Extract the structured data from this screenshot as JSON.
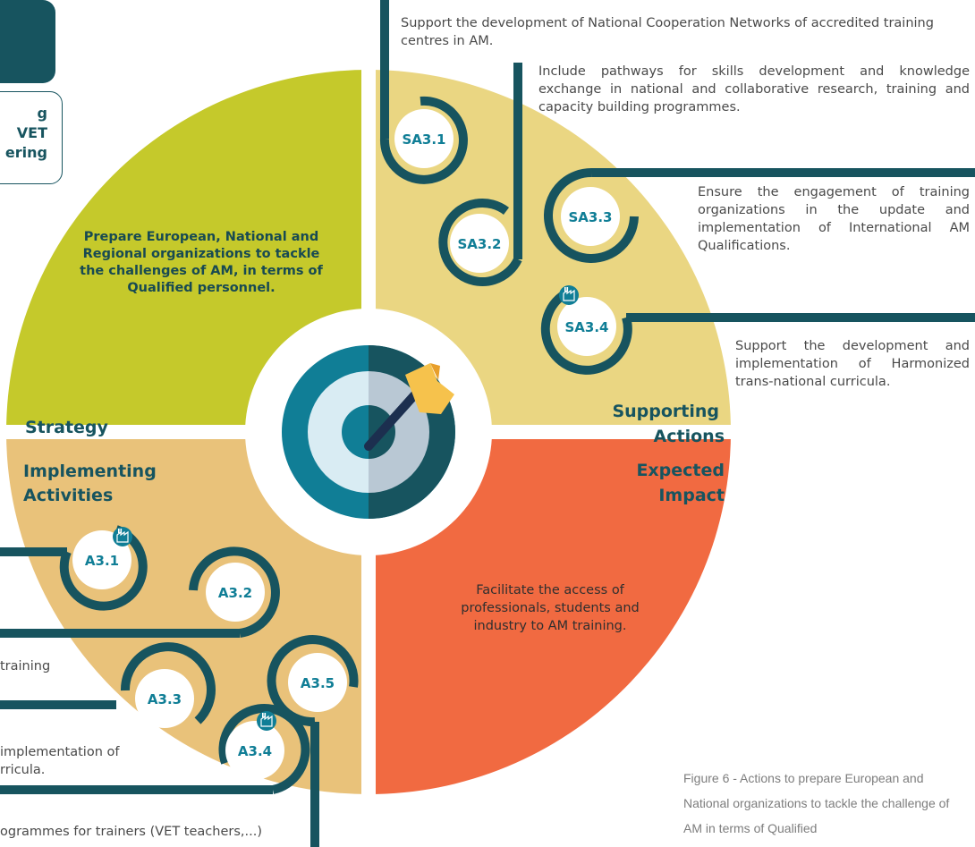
{
  "colors": {
    "dark_teal": "#17545f",
    "strategy": "#c5c92b",
    "supporting": "#ead682",
    "implementing": "#e9c27a",
    "impact": "#f16a41",
    "target_blue": "#107e96",
    "target_light": "#d9ecf3",
    "arrow_yellow": "#f6c24c"
  },
  "top_left": {
    "colon": ":",
    "card_lines": [
      "g",
      "VET",
      "ering"
    ]
  },
  "quadrants": {
    "strategy": {
      "title": "Strategy",
      "text": "Prepare European, National and Regional organizations to tackle the challenges of AM, in terms of Qualified personnel."
    },
    "supporting": {
      "title_line1": "Supporting",
      "title_line2": "Actions"
    },
    "implementing": {
      "title_line1": "Implementing",
      "title_line2": "Activities"
    },
    "impact": {
      "title_line1": "Expected",
      "title_line2": "Impact",
      "text": "Facilitate the access of professionals, students and industry to AM training."
    }
  },
  "supporting_actions": [
    {
      "id": "SA3.1",
      "text": "Support the development of National Cooperation Networks of accredited training centres in AM.",
      "industry_icon": false
    },
    {
      "id": "SA3.2",
      "text": "Include pathways for skills development and knowledge exchange in national and collaborative research, training and capacity building programmes.",
      "industry_icon": false
    },
    {
      "id": "SA3.3",
      "text": "Ensure the engagement of training organizations in the update and implementation of International AM Qualifications.",
      "industry_icon": false
    },
    {
      "id": "SA3.4",
      "text": "Support the development and implementation of Harmonized trans-national curricula.",
      "industry_icon": true
    }
  ],
  "implementing_activities": [
    {
      "id": "A3.1",
      "industry_icon": true
    },
    {
      "id": "A3.2",
      "industry_icon": false
    },
    {
      "id": "A3.3",
      "industry_icon": false
    },
    {
      "id": "A3.4",
      "industry_icon": true
    },
    {
      "id": "A3.5",
      "industry_icon": false
    }
  ],
  "left_fragments": {
    "f1": "training",
    "f2_line1": "implementation of",
    "f2_line2": "rricula.",
    "f3": "ogrammes for trainers (VET teachers,...)"
  },
  "caption": "Figure 6 - Actions to prepare European and National organizations to tackle the challenge of AM in terms of Qualified"
}
